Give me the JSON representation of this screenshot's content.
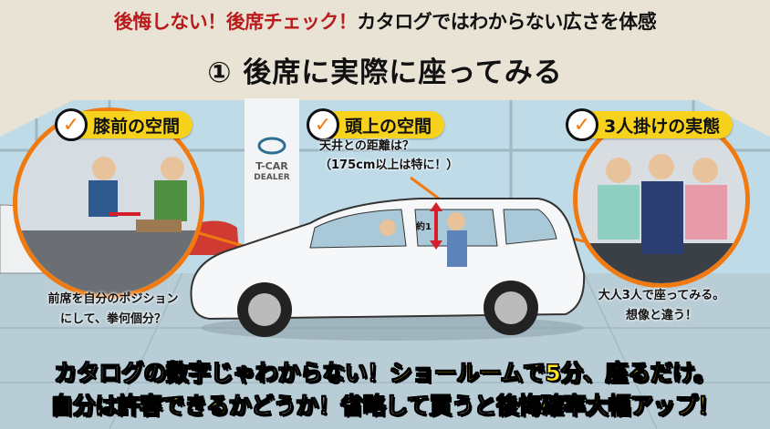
{
  "title": {
    "line1_red": "後悔しない！後席チェック！",
    "line1_black": "カタログではわからない広さを体感",
    "line2": "① 後席に実際に座ってみる"
  },
  "dealer_sign": {
    "line1": "T-CAR",
    "line2": "DEALER"
  },
  "checks": [
    {
      "label": "膝前の空間",
      "caption": [
        "前席を自分のポジション",
        "にして、拳何個分？"
      ]
    },
    {
      "label": "頭上の空間",
      "caption": [
        "天井との距離は？",
        "（175cm以上は特に！）"
      ],
      "marker": "約1"
    },
    {
      "label": "3人掛けの実態",
      "caption": [
        "大人3人で座ってみる。",
        "想像と違う！"
      ]
    }
  ],
  "bottom": {
    "line1": [
      {
        "text": "カタログの数字じゃわからない！",
        "highlight": false
      },
      {
        "text": "ショールームで5分、座るだけ。",
        "highlight": true
      }
    ],
    "line2": [
      {
        "text": "自分は",
        "highlight": false
      },
      {
        "text": "許容できる",
        "highlight": true
      },
      {
        "text": "かどうか！省略して買うと",
        "highlight": false
      },
      {
        "text": "後悔確率大幅アップ！",
        "highlight": true
      }
    ]
  },
  "colors": {
    "accent_orange": "#f07a10",
    "badge_yellow": "#f7d21c",
    "title_red": "#b81c1c",
    "highlight_yellow": "#ffe21a"
  },
  "icons": [
    "check-icon",
    "double-arrow-icon",
    "car-logo-icon"
  ]
}
